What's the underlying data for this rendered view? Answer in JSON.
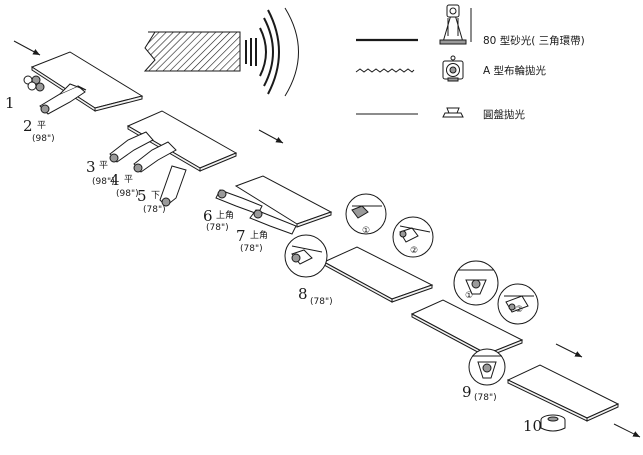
{
  "legend": [
    {
      "symbol": "thick-line",
      "icon": "triangle-belt-sander-icon",
      "label": "80 型砂光( 三角環帶)"
    },
    {
      "symbol": "wavy-line",
      "icon": "cloth-wheel-polisher-icon",
      "label": "A 型布輪拋光"
    },
    {
      "symbol": "thin-line",
      "icon": "disc-polisher-icon",
      "label": "圓盤拋光"
    }
  ],
  "stations": [
    {
      "id": "1",
      "number": "1",
      "sub": "",
      "angle": ""
    },
    {
      "id": "2",
      "number": "2",
      "sub": "平",
      "angle": "(98\")"
    },
    {
      "id": "3",
      "number": "3",
      "sub": "平",
      "angle": "(98\")"
    },
    {
      "id": "4",
      "number": "4",
      "sub": "平",
      "angle": "(98\")"
    },
    {
      "id": "5",
      "number": "5",
      "sub": "下",
      "angle": "(78\")"
    },
    {
      "id": "6",
      "number": "6",
      "sub": "上角",
      "angle": "(78\")"
    },
    {
      "id": "7",
      "number": "7",
      "sub": "上角",
      "angle": "(78\")"
    },
    {
      "id": "8",
      "number": "8",
      "sub": "",
      "angle": "(78\")"
    },
    {
      "id": "9",
      "number": "9",
      "sub": "",
      "angle": "(78\")"
    },
    {
      "id": "10",
      "number": "10",
      "sub": "",
      "angle": ""
    }
  ],
  "callouts": [
    "①",
    "②",
    "①",
    "②"
  ]
}
